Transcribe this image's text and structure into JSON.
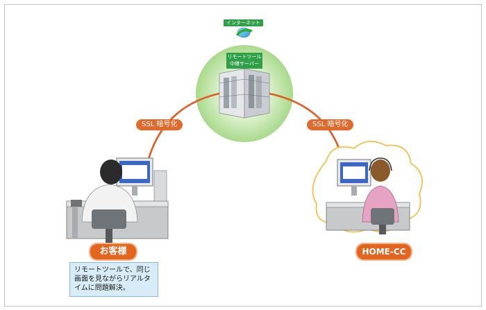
{
  "diagram": {
    "internet_label": "インターネット",
    "server_label_line1": "リモートツール",
    "server_label_line2": "中継サーバー",
    "ssl_left": "SSL 暗号化",
    "ssl_right": "SSL 暗号化",
    "customer_label": "お客様",
    "operator_label": "HOME-CC",
    "note_line1": "リモートツールで、同じ",
    "note_line2": "画面を見ながらリアルタ",
    "note_line3": "イムに問題解決。"
  },
  "colors": {
    "accent_orange": "#e2661f",
    "green": "#2f9f48",
    "cloud_border": "#f0c65a",
    "note_bg": "#d8ecf8"
  }
}
